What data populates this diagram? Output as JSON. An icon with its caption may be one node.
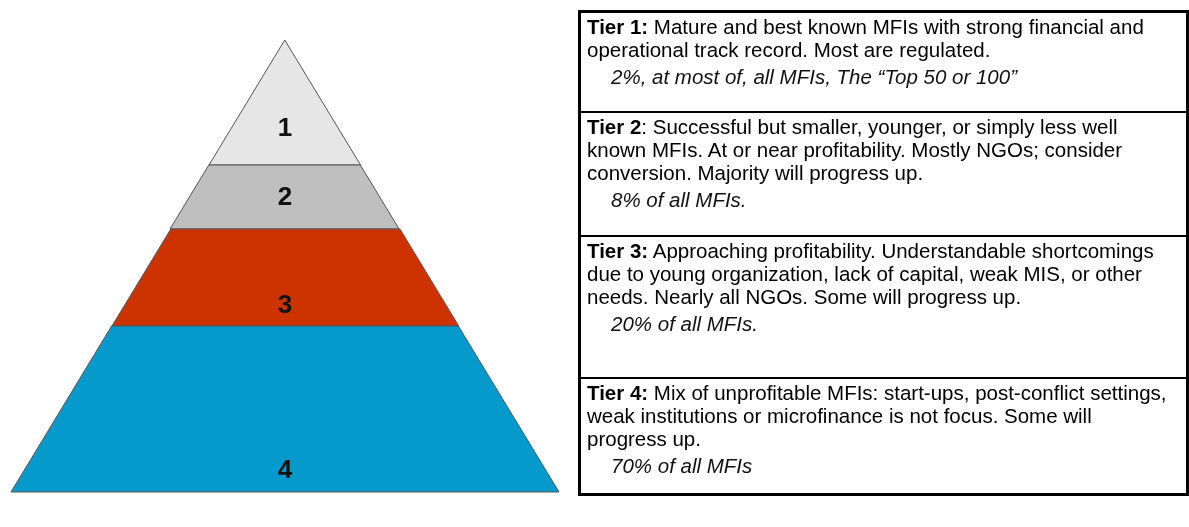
{
  "diagram": {
    "nodes": [
      {
        "text": [
          "1"
        ]
      },
      {
        "text": [
          "2"
        ]
      },
      {
        "text": [
          "3"
        ]
      },
      {
        "text": [
          "4"
        ]
      },
      {
        "text": [
          "**Tier 1:**  Mature and best known MFIs with strong financial and operational track record.  Most are regulated.",
          "2%, at most of, all MFIs, The “Top 50 or 100”"
        ]
      },
      {
        "text": [
          "**Tier 2**:  Successful but smaller, younger, or simply less well known MFIs.  At or near profitability.  Mostly NGOs; consider conversion.  Majority will progress up.",
          "8% of all MFIs."
        ]
      },
      {
        "text": [
          "**Tier 3:**  Approaching profitability.  Understandable shortcomings due to young organization, lack of capital, weak MIS, or other needs.  Nearly all NGOs. Some will progress up.",
          "20% of all MFIs."
        ]
      },
      {
        "text": [
          "**Tier 4:**  Mix of unprofitable MFIs: start-ups, post-conflict settings, weak institutions or microfinance is not focus.  Some will progress up.",
          "70% of all MFIs"
        ]
      }
    ]
  }
}
